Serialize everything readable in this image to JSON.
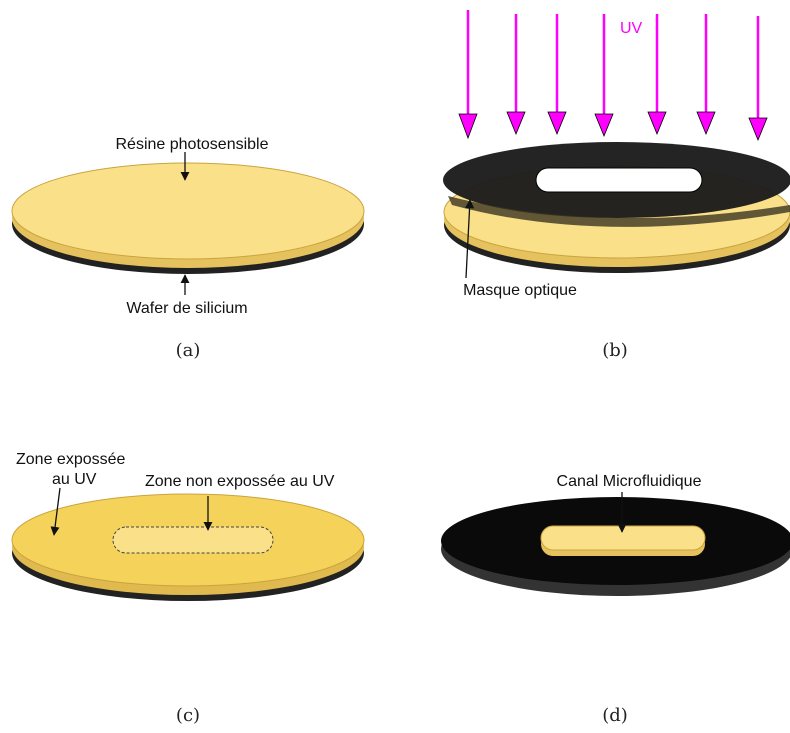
{
  "colors": {
    "resist": "#fbe08a",
    "resist_edge": "#e6c25f",
    "resist_exposed": "#f5d35a",
    "wafer": "#222222",
    "uv": "#ff00ff",
    "mask": "#1b1b1b"
  },
  "panel_a": {
    "label_resist": "Résine photosensible",
    "label_wafer": "Wafer de silicium",
    "caption": "(a)"
  },
  "panel_b": {
    "uv_label": "UV",
    "label_mask": "Masque optique",
    "caption": "(b)"
  },
  "panel_c": {
    "label_exposed_line1": "Zone expossée",
    "label_exposed_line2": "au UV",
    "label_unexposed": "Zone non expossée au UV",
    "caption": "(c)"
  },
  "panel_d": {
    "label_channel": "Canal Microfluidique",
    "caption": "(d)"
  }
}
